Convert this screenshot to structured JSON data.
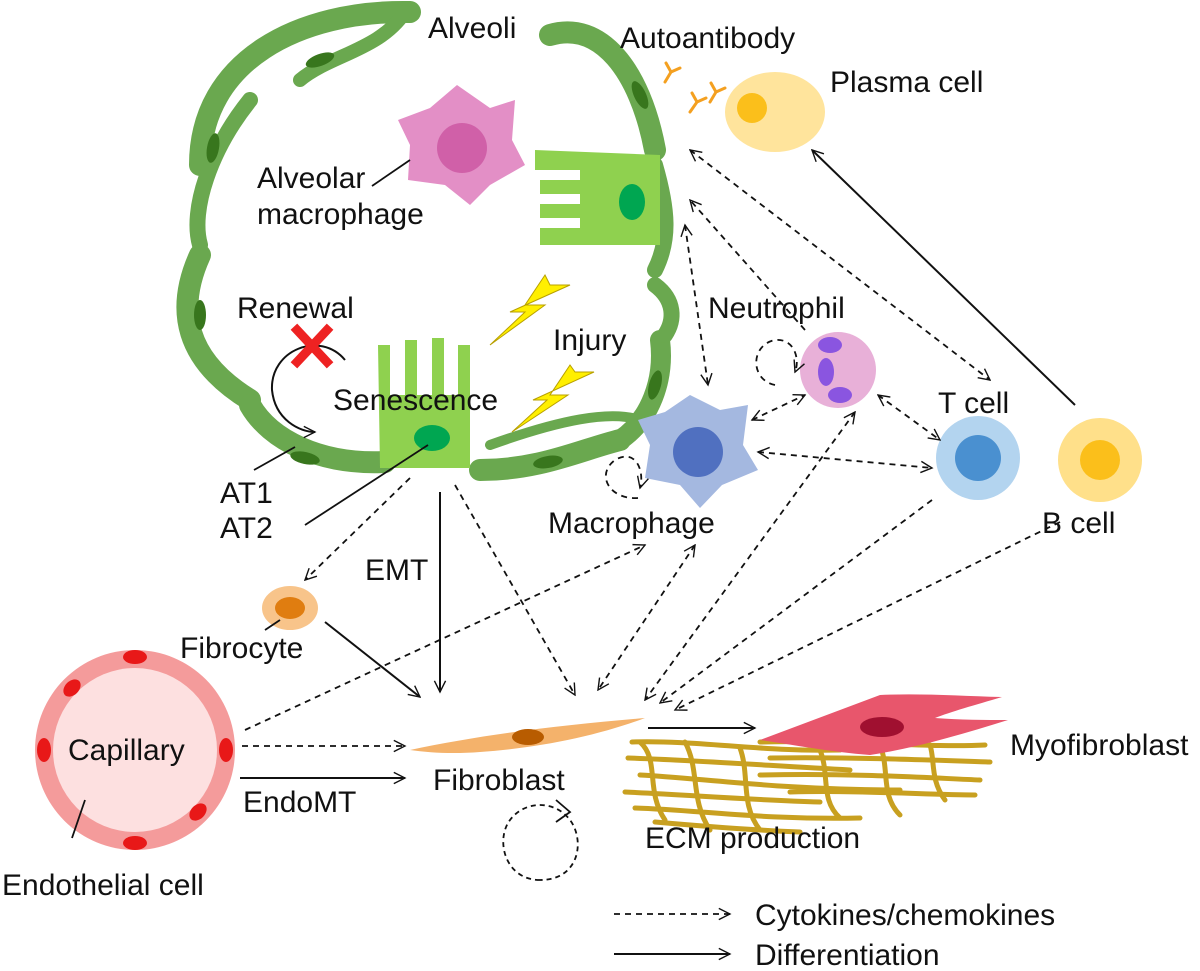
{
  "labels": {
    "alveoli": "Alveoli",
    "autoantibody": "Autoantibody",
    "plasma_cell": "Plasma cell",
    "alveolar_macrophage_1": "Alveolar",
    "alveolar_macrophage_2": "macrophage",
    "renewal": "Renewal",
    "senescence": "Senescence",
    "injury": "Injury",
    "neutrophil": "Neutrophil",
    "t_cell": "T cell",
    "b_cell": "B cell",
    "macrophage": "Macrophage",
    "at1": "AT1",
    "at2": "AT2",
    "emt": "EMT",
    "fibrocyte": "Fibrocyte",
    "capillary": "Capillary",
    "endomt": "EndoMT",
    "fibroblast": "Fibroblast",
    "ecm_production": "ECM production",
    "myofibroblast": "Myofibroblast",
    "endothelial_cell": "Endothelial cell"
  },
  "legend": {
    "dashed": "Cytokines/chemokines",
    "solid": "Differentiation"
  },
  "colors": {
    "alveolar_wall": "#6aa84f",
    "alveolar_wall_dark": "#38761d",
    "at2_cell": "#8fd14f",
    "nucleus_green": "#00a651",
    "alveolar_macrophage": "#e38fc6",
    "macrophage": "#a4b8e0",
    "neutrophil": "#e8b0d8",
    "t_cell": "#b3d4ef",
    "b_cell": "#ffe08a",
    "plasma_cell": "#ffe49c",
    "fibroblast": "#f4b26b",
    "myofibroblast": "#e8566c",
    "ecm": "#c8a020",
    "capillary": "#f49b9b",
    "lightning": "#ffef00",
    "cross": "#ee2222"
  }
}
